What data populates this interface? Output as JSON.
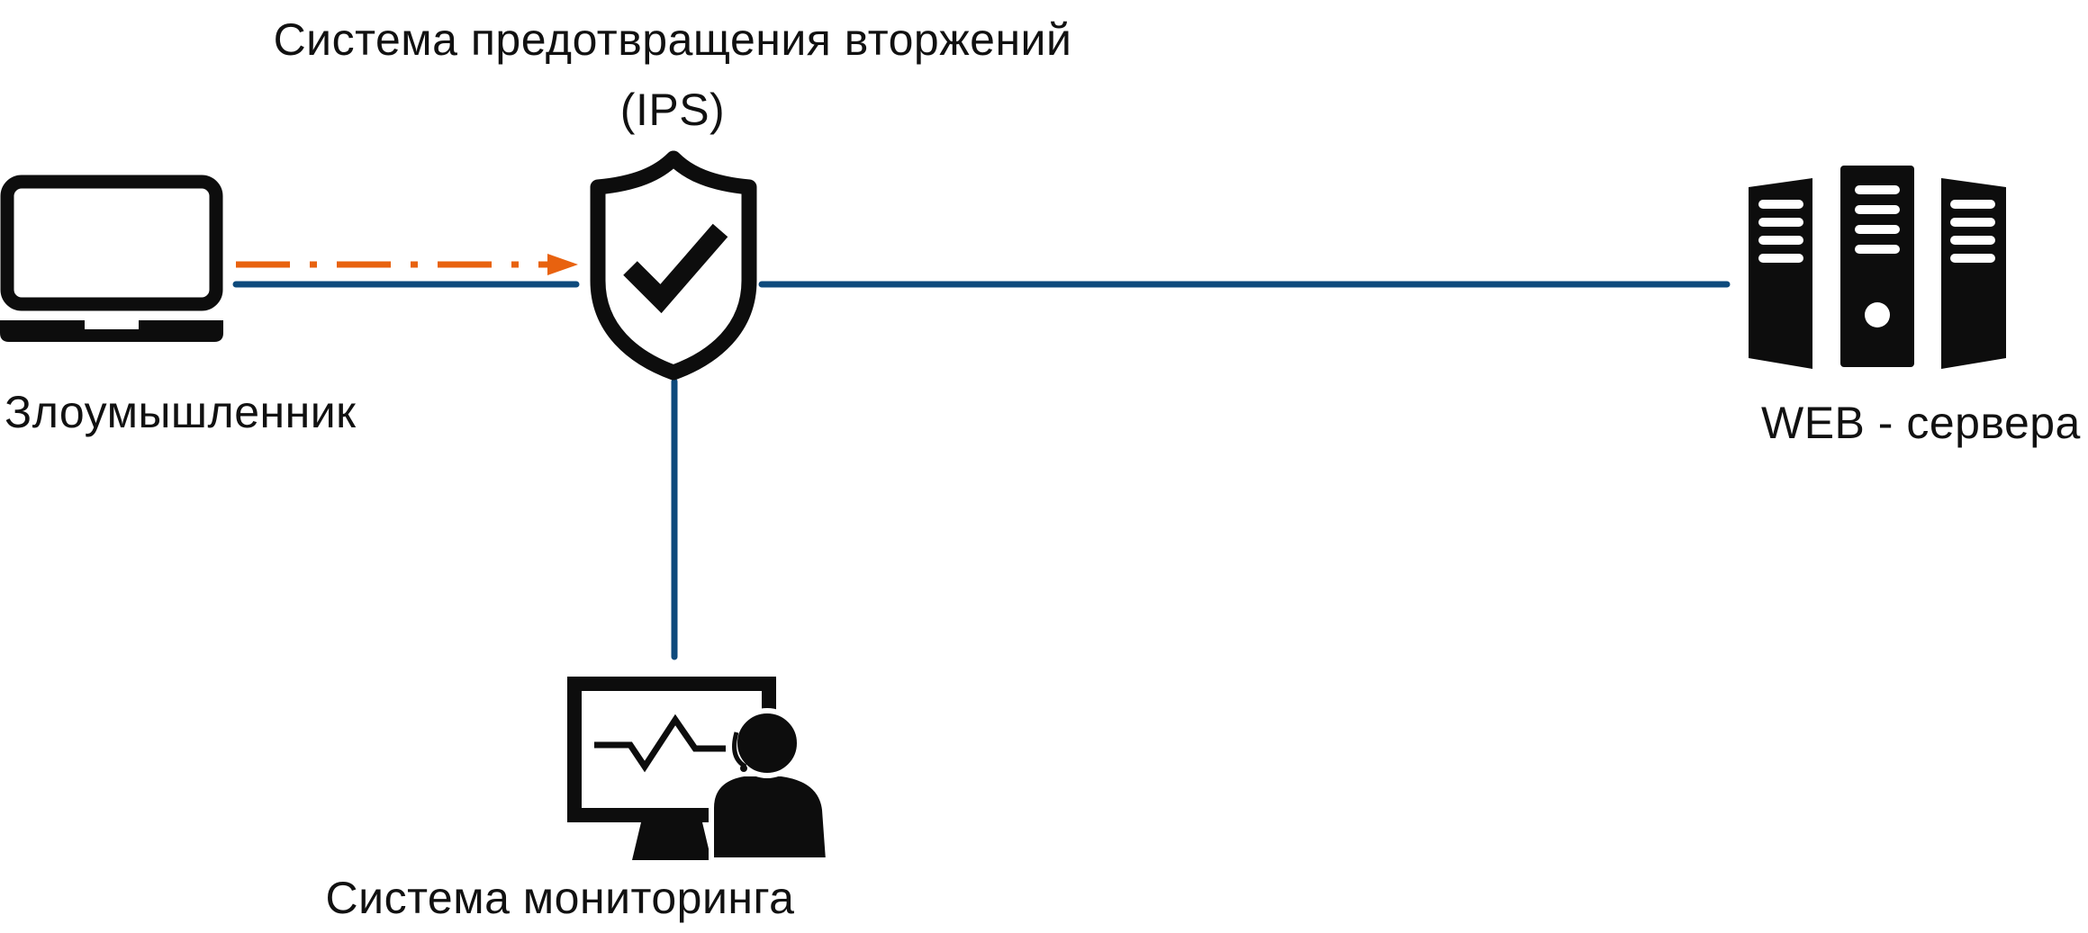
{
  "colors": {
    "link": "#0e4a7c",
    "attack": "#e8620f",
    "icon": "#0d0d0d",
    "background": "#ffffff"
  },
  "nodes": {
    "ips": {
      "title_line1": "Система предотвращения вторжений",
      "title_line2": "(IPS)",
      "icon": "shield-check-icon"
    },
    "attacker": {
      "label": "Злоумышленник",
      "icon": "laptop-icon"
    },
    "web_servers": {
      "label": "WEB - сервера",
      "icon": "server-rack-icon"
    },
    "monitoring": {
      "label": "Система мониторинга",
      "icon": "monitoring-operator-icon"
    }
  },
  "edges": [
    {
      "from": "attacker",
      "to": "ips",
      "style": "solid"
    },
    {
      "from": "attacker",
      "to": "ips",
      "style": "dash-dot-arrow"
    },
    {
      "from": "ips",
      "to": "web_servers",
      "style": "solid"
    },
    {
      "from": "ips",
      "to": "monitoring",
      "style": "solid"
    }
  ]
}
